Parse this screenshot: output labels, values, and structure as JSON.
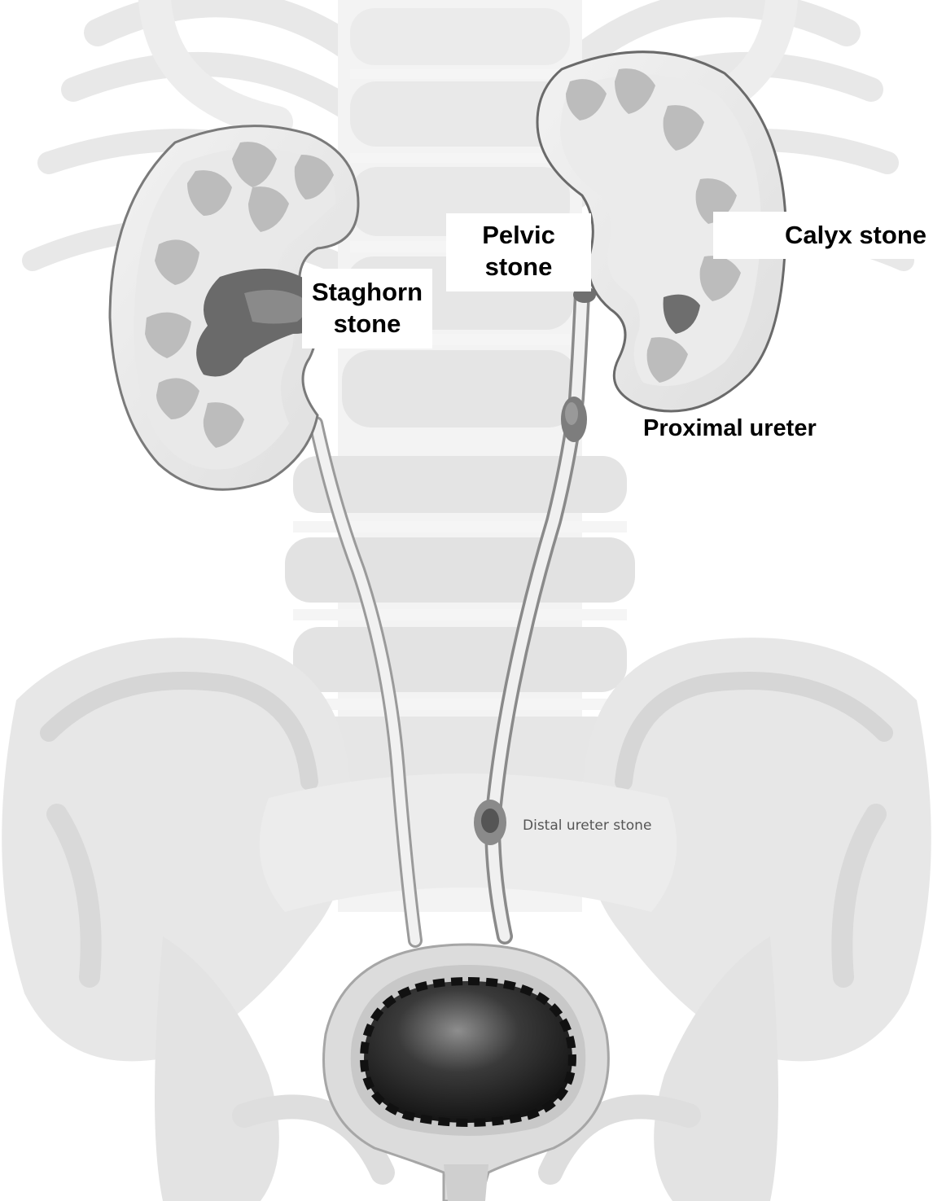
{
  "labels": {
    "pelvic_stone": "Pelvic\nstone",
    "calyx_stone": "Calyx stone",
    "staghorn_stone": "Staghorn\nstone",
    "proximal_ureter": "Proximal ureter",
    "distal_ureter_stone": "Distal ureter stone"
  },
  "colors": {
    "bone": "#e6e6e6",
    "bone_dark": "#d2d2d2",
    "kidney_outer": "#dcdcdc",
    "kidney_cortex": "#eeeeee",
    "pyramid": "#b9b9b9",
    "stone": "#6f6f6f",
    "bladder_dark": "#202020",
    "outline": "#8a8a8a"
  }
}
